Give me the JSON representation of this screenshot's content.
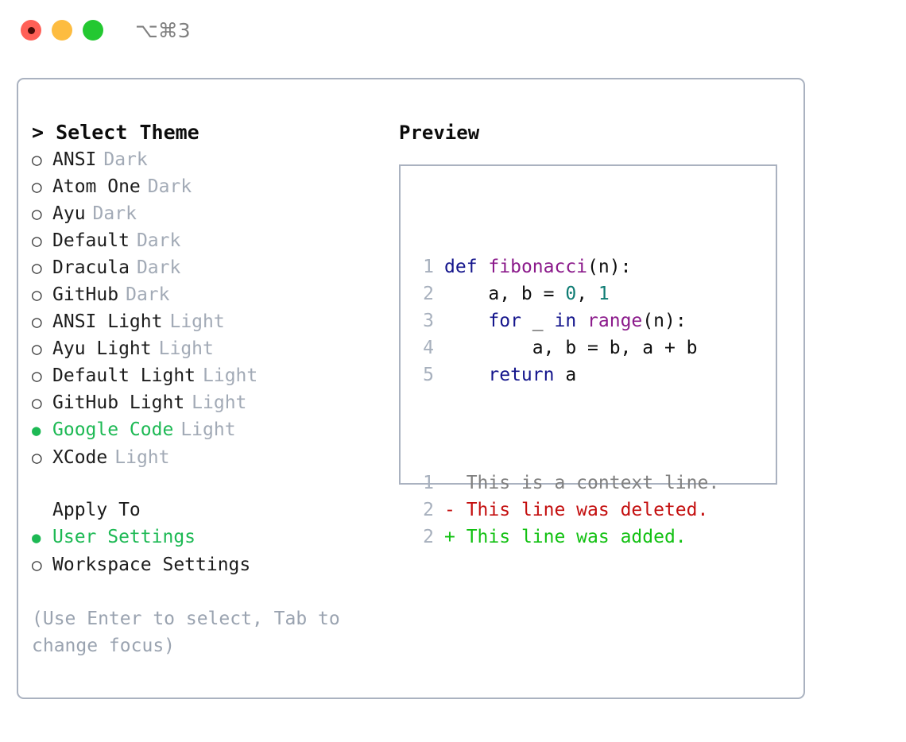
{
  "window": {
    "shortcut_label": "⌥⌘3",
    "traffic_lights": [
      "close-red",
      "minimize-yellow",
      "zoom-green"
    ]
  },
  "left_panel": {
    "header": "> Select Theme",
    "themes": [
      {
        "bullet": "○",
        "name": "ANSI",
        "category": "Dark",
        "selected": false
      },
      {
        "bullet": "○",
        "name": "Atom One",
        "category": "Dark",
        "selected": false
      },
      {
        "bullet": "○",
        "name": "Ayu",
        "category": "Dark",
        "selected": false
      },
      {
        "bullet": "○",
        "name": "Default",
        "category": "Dark",
        "selected": false
      },
      {
        "bullet": "○",
        "name": "Dracula",
        "category": "Dark",
        "selected": false
      },
      {
        "bullet": "○",
        "name": "GitHub",
        "category": "Dark",
        "selected": false
      },
      {
        "bullet": "○",
        "name": "ANSI Light",
        "category": "Light",
        "selected": false
      },
      {
        "bullet": "○",
        "name": "Ayu Light",
        "category": "Light",
        "selected": false
      },
      {
        "bullet": "○",
        "name": "Default Light",
        "category": "Light",
        "selected": false
      },
      {
        "bullet": "○",
        "name": "GitHub Light",
        "category": "Light",
        "selected": false
      },
      {
        "bullet": "●",
        "name": "Google Code",
        "category": "Light",
        "selected": true
      },
      {
        "bullet": "○",
        "name": "XCode",
        "category": "Light",
        "selected": false
      }
    ],
    "apply_to": {
      "header": "Apply To",
      "options": [
        {
          "bullet": "●",
          "label": "User Settings",
          "selected": true
        },
        {
          "bullet": "○",
          "label": "Workspace Settings",
          "selected": false
        }
      ]
    },
    "hint": "(Use Enter to select, Tab to change focus)"
  },
  "right_panel": {
    "header": "Preview",
    "code_lines": [
      {
        "num": "1",
        "tokens": [
          {
            "t": "def",
            "c": "kw"
          },
          {
            "t": " ",
            "c": "pl"
          },
          {
            "t": "fibonacci",
            "c": "fn"
          },
          {
            "t": "(n):",
            "c": "pl"
          }
        ]
      },
      {
        "num": "2",
        "tokens": [
          {
            "t": "    a, b = ",
            "c": "pl"
          },
          {
            "t": "0",
            "c": "num"
          },
          {
            "t": ", ",
            "c": "pl"
          },
          {
            "t": "1",
            "c": "num"
          }
        ]
      },
      {
        "num": "3",
        "tokens": [
          {
            "t": "    ",
            "c": "pl"
          },
          {
            "t": "for",
            "c": "kw"
          },
          {
            "t": " _ ",
            "c": "pl"
          },
          {
            "t": "in",
            "c": "kw"
          },
          {
            "t": " ",
            "c": "pl"
          },
          {
            "t": "range",
            "c": "fn"
          },
          {
            "t": "(n):",
            "c": "pl"
          }
        ]
      },
      {
        "num": "4",
        "tokens": [
          {
            "t": "        a, b = b, a + b",
            "c": "pl"
          }
        ]
      },
      {
        "num": "5",
        "tokens": [
          {
            "t": "    ",
            "c": "pl"
          },
          {
            "t": "return",
            "c": "kw"
          },
          {
            "t": " a",
            "c": "pl"
          }
        ]
      }
    ],
    "diff_lines": [
      {
        "num": "1",
        "marker": "  ",
        "text": "This is a context line.",
        "kind": "ctx"
      },
      {
        "num": "2",
        "marker": "- ",
        "text": "This line was deleted.",
        "kind": "del"
      },
      {
        "num": "2",
        "marker": "+ ",
        "text": "This line was added.",
        "kind": "add"
      }
    ]
  },
  "colors": {
    "accent_green": "#1db954",
    "muted_gray": "#a2aab6",
    "border": "#aab2c0",
    "keyword": "#14158c",
    "function": "#8b1a8b",
    "number": "#0e7c73",
    "diff_added": "#12c112",
    "diff_deleted": "#c40f0f",
    "diff_context": "#808080"
  }
}
